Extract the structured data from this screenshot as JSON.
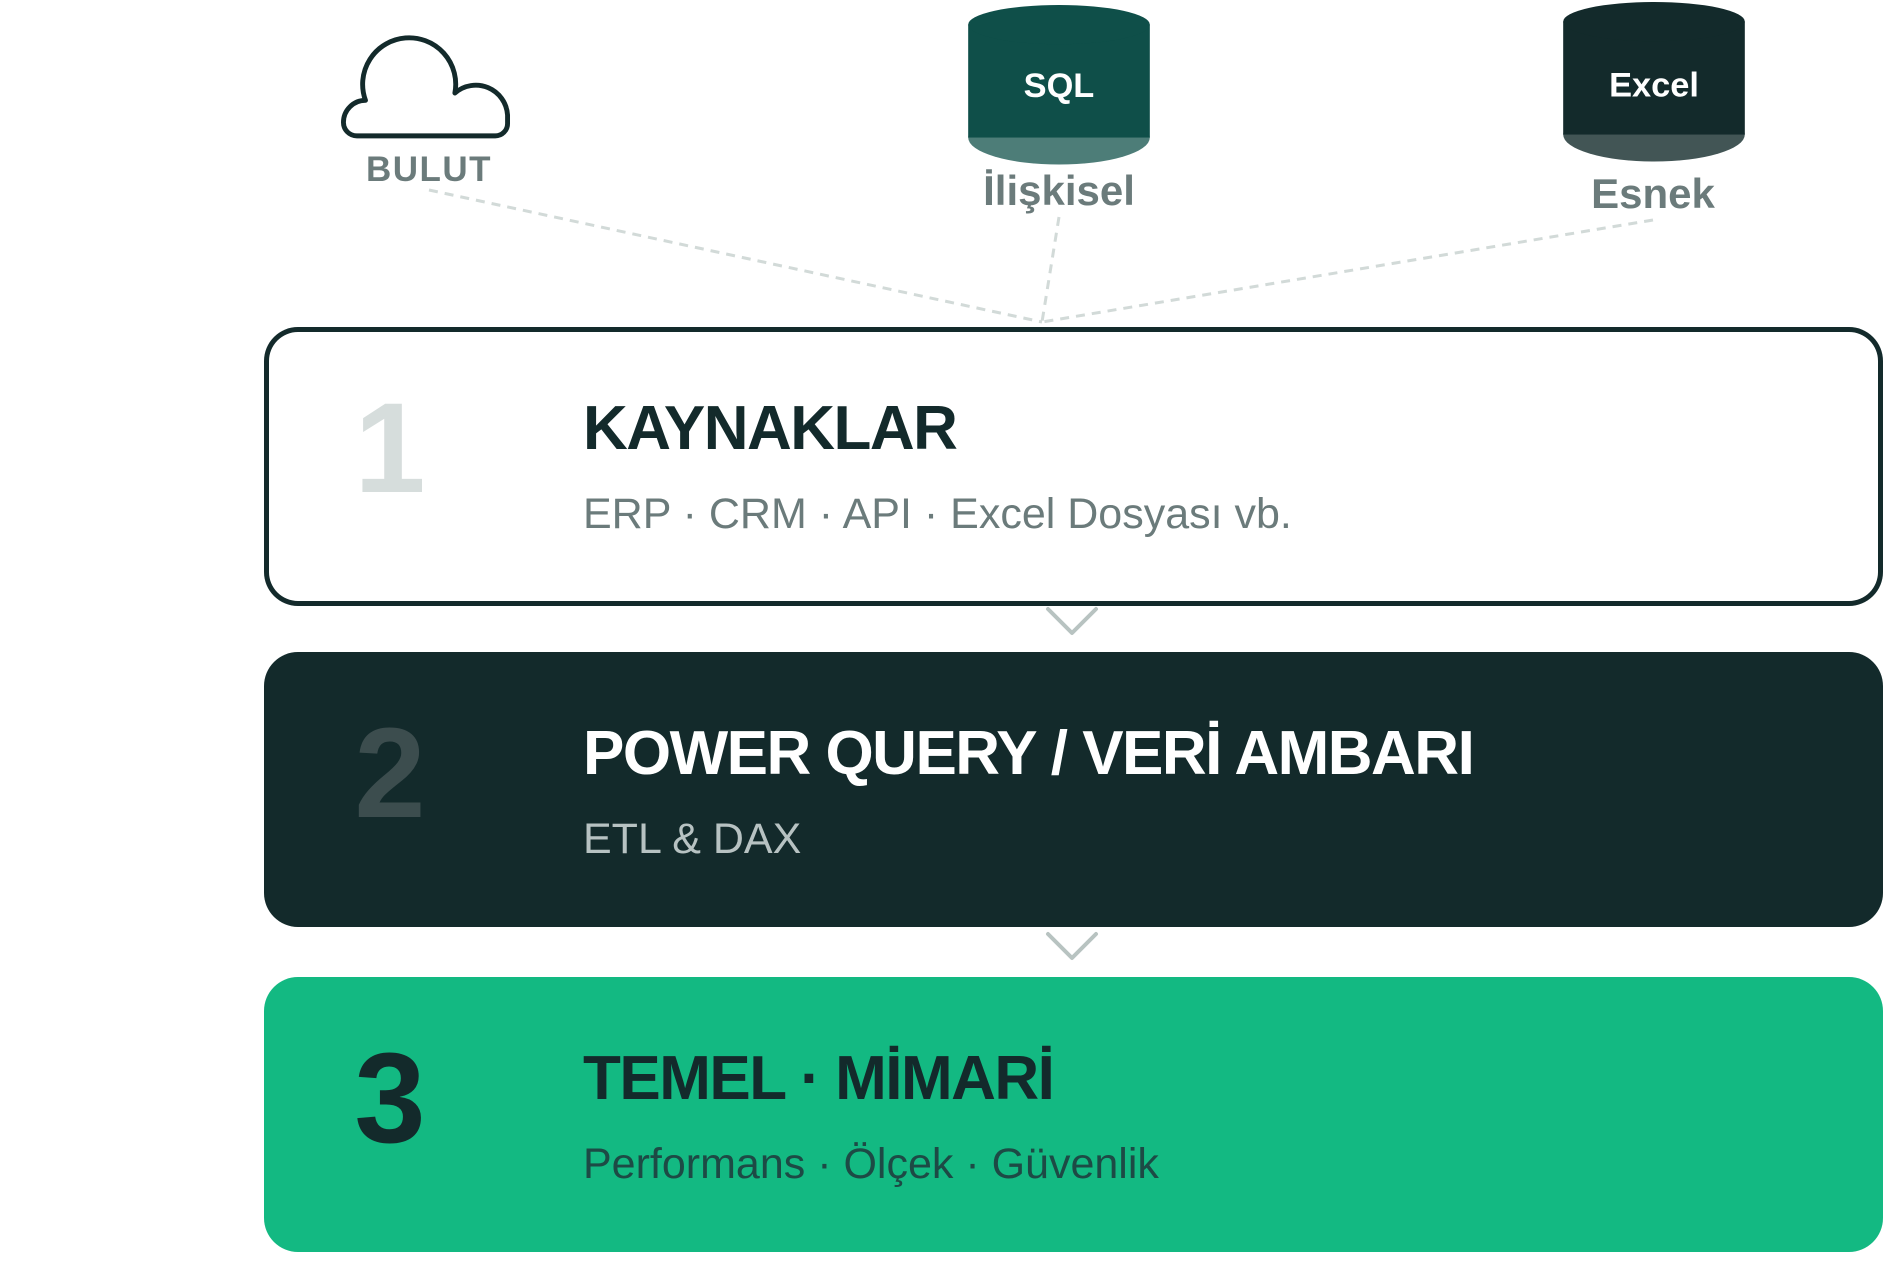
{
  "theme": {
    "dark": "#132a2b",
    "green": "#13b982",
    "sql": "#0f4f49",
    "excel": "#132a2b",
    "muted": "#6b7b7b"
  },
  "sources": [
    {
      "icon": "cloud-icon",
      "label": "BULUT"
    },
    {
      "icon": "database-icon",
      "badge": "SQL",
      "label": "İlişkisel"
    },
    {
      "icon": "database-icon",
      "badge": "Excel",
      "label": "Esnek"
    }
  ],
  "layers": [
    {
      "number": "1",
      "title": "KAYNAKLAR",
      "subtitle": "ERP · CRM · API · Excel Dosyası vb."
    },
    {
      "number": "2",
      "title": "POWER QUERY / VERİ AMBARI",
      "subtitle": "ETL & DAX"
    },
    {
      "number": "3",
      "title": "TEMEL · MİMARİ",
      "subtitle": "Performans · Ölçek · Güvenlik"
    }
  ]
}
